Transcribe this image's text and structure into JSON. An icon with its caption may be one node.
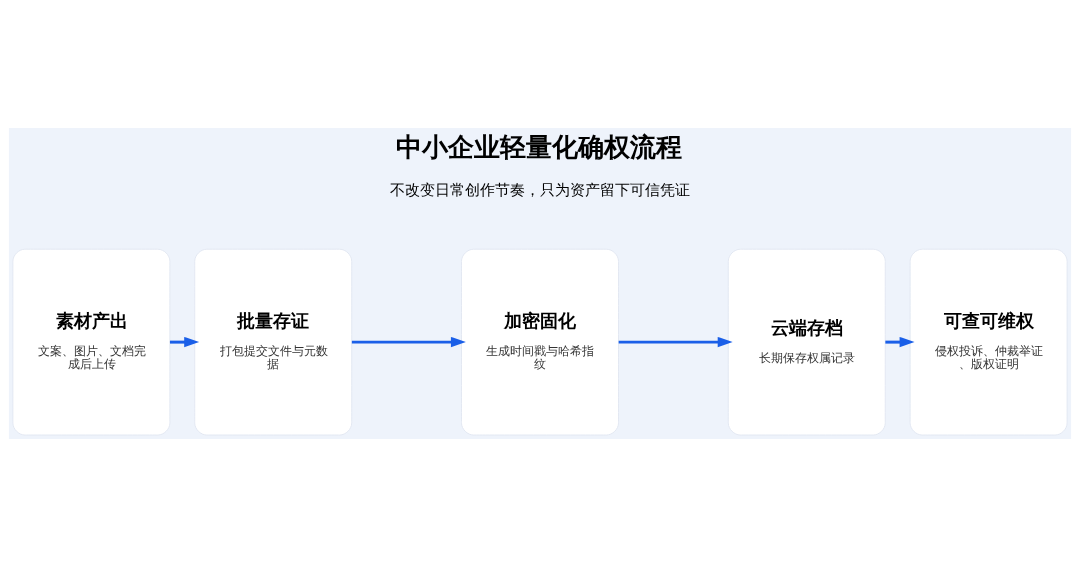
{
  "diagram": {
    "title": "中小企业轻量化确权流程",
    "caption": "不改变日常创作节奏，只为资产留下可信凭证",
    "nodes": [
      {
        "text": [
          "素材产出",
          "文案、图片、文档完成后上传"
        ]
      },
      {
        "text": [
          "批量存证",
          "打包提交文件与元数据"
        ]
      },
      {
        "text": [
          "加密固化",
          "生成时间戳与哈希指纹"
        ]
      },
      {
        "text": [
          "云端存档",
          "长期保存权属记录"
        ]
      },
      {
        "text": [
          "可查可维权",
          "侵权投诉、仲裁举证、版权证明"
        ]
      }
    ],
    "edges": [
      {
        "from": 0,
        "to": 1,
        "arrow": "to"
      },
      {
        "from": 1,
        "to": 2,
        "arrow": "to"
      },
      {
        "from": 2,
        "to": 3,
        "arrow": "to"
      },
      {
        "from": 3,
        "to": 4,
        "arrow": "to"
      }
    ]
  }
}
